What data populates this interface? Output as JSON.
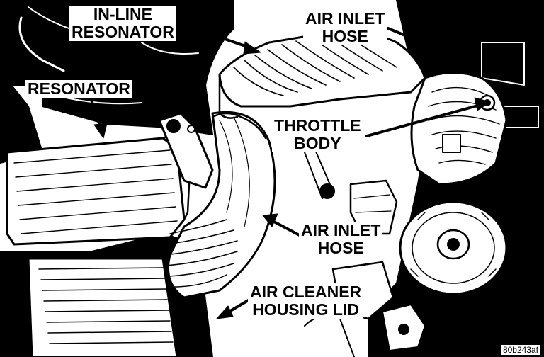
{
  "labels": {
    "inline_resonator": [
      "IN-LINE",
      "RESONATOR"
    ],
    "resonator": [
      "RESONATOR"
    ],
    "air_inlet_hose_top": [
      "AIR INLET",
      "HOSE"
    ],
    "throttle_body": [
      "THROTTLE",
      "BODY"
    ],
    "air_inlet_hose_mid": [
      "AIR INLET",
      "HOSE"
    ],
    "air_cleaner_lid": [
      "AIR CLEANER",
      "HOUSING LID"
    ]
  },
  "figure_id": "80b243af"
}
